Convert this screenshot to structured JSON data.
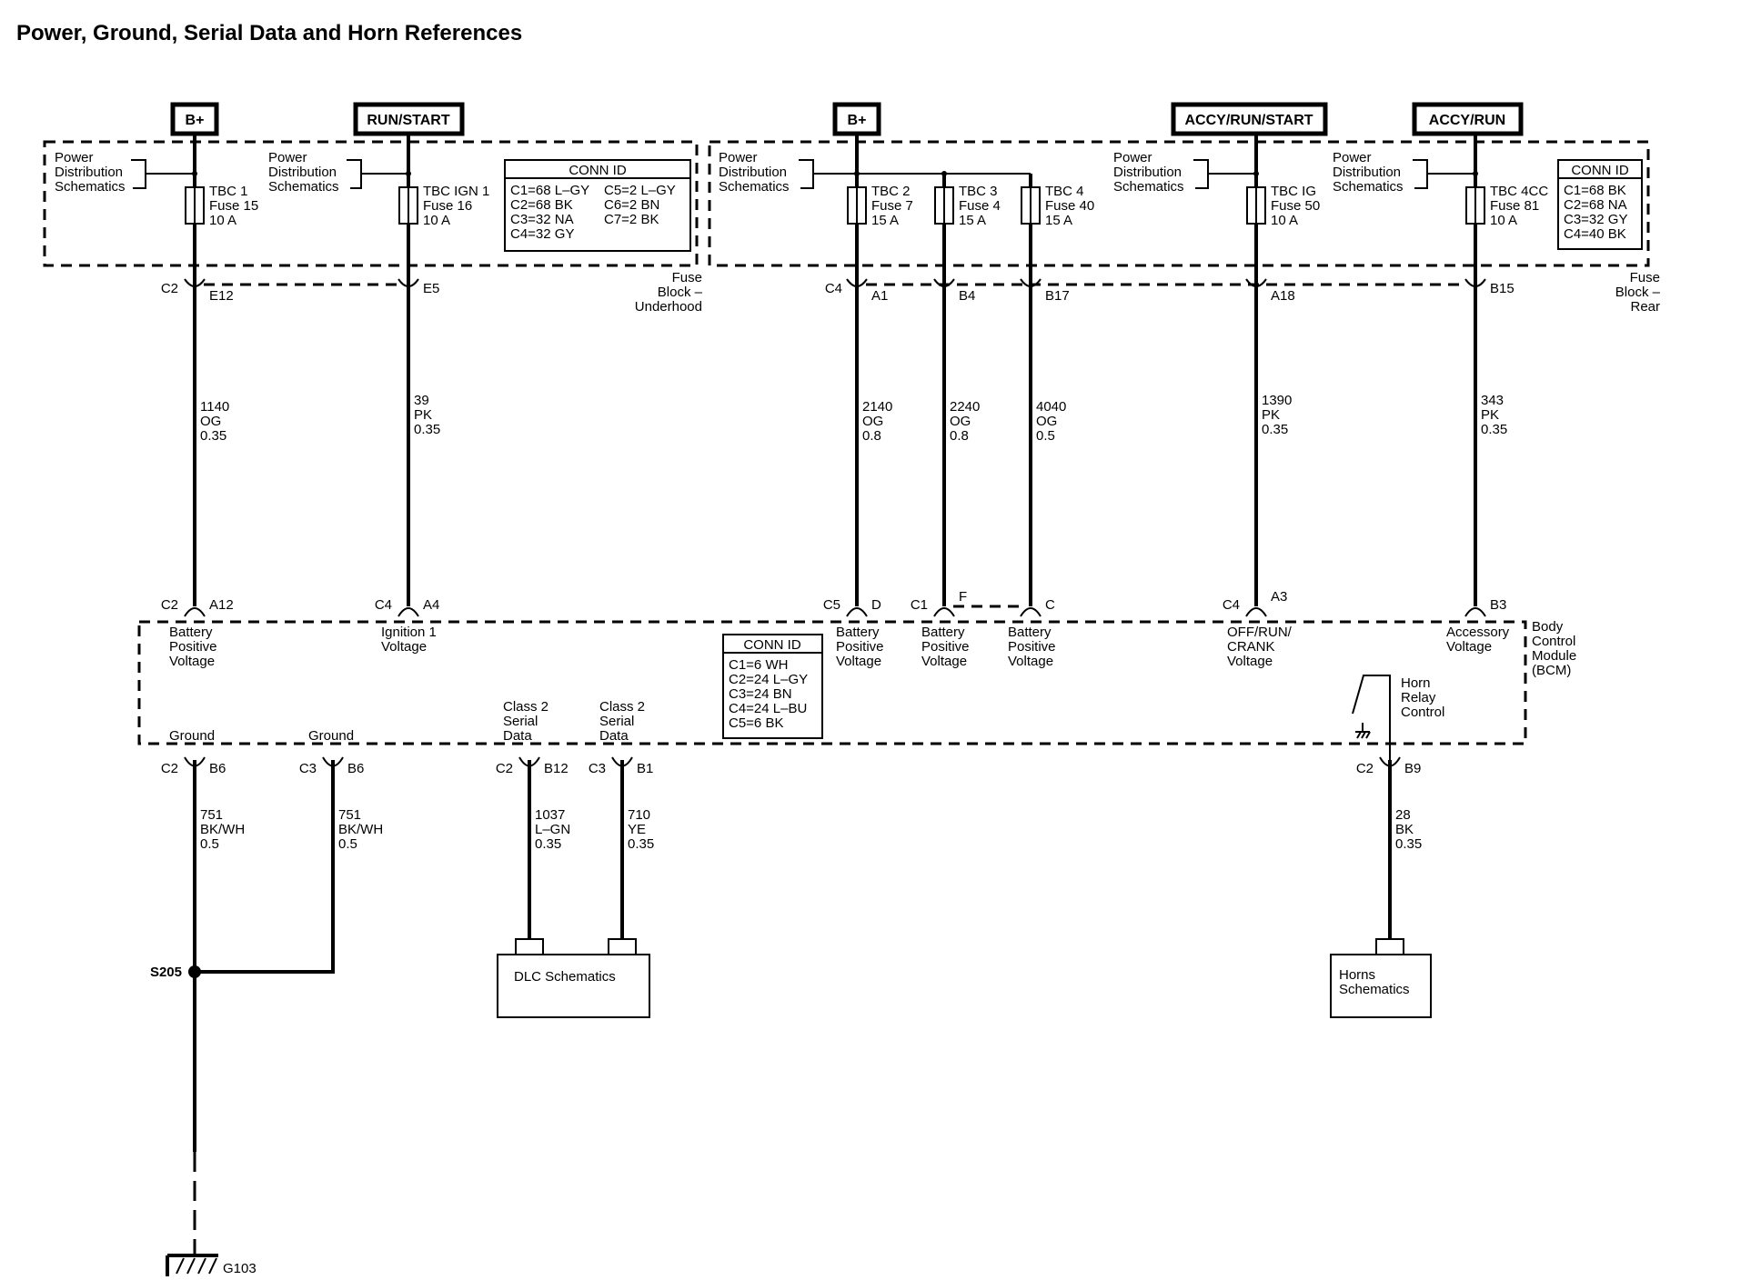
{
  "title": "Power, Ground, Serial Data and Horn References",
  "sources": [
    "B+",
    "RUN/START",
    "B+",
    "ACCY/RUN/START",
    "ACCY/RUN"
  ],
  "power_dist_label": [
    "Power",
    "Distribution",
    "Schematics"
  ],
  "fuse_block_underhood": [
    "Fuse",
    "Block –",
    "Underhood"
  ],
  "fuse_block_rear": [
    "Fuse",
    "Block –",
    "Rear"
  ],
  "conn_id_title": "CONN ID",
  "conn_id_underhood": [
    "C1=68 L–GY",
    "C5=2 L–GY",
    "C2=68 BK",
    "C6=2 BN",
    "C3=32 NA",
    "C7=2 BK",
    "C4=32 GY"
  ],
  "conn_id_rear": [
    "C1=68 BK",
    "C2=68 NA",
    "C3=32 GY",
    "C4=40 BK"
  ],
  "conn_id_bcm": [
    "C1=6 WH",
    "C2=24 L–GY",
    "C3=24 BN",
    "C4=24 L–BU",
    "C5=6 BK"
  ],
  "fuses": [
    {
      "name": "TBC 1",
      "fuse": "Fuse 15",
      "amp": "10 A"
    },
    {
      "name": "TBC IGN 1",
      "fuse": "Fuse 16",
      "amp": "10 A"
    },
    {
      "name": "TBC 2",
      "fuse": "Fuse 7",
      "amp": "15 A"
    },
    {
      "name": "TBC 3",
      "fuse": "Fuse 4",
      "amp": "15 A"
    },
    {
      "name": "TBC 4",
      "fuse": "Fuse 40",
      "amp": "15 A"
    },
    {
      "name": "TBC IG",
      "fuse": "Fuse 50",
      "amp": "10 A"
    },
    {
      "name": "TBC 4CC",
      "fuse": "Fuse 81",
      "amp": "10 A"
    }
  ],
  "fuse_pins": [
    {
      "conn": "C2",
      "pin": "E12"
    },
    {
      "conn": "",
      "pin": "E5"
    },
    {
      "conn": "C4",
      "pin": "A1"
    },
    {
      "conn": "",
      "pin": "B4"
    },
    {
      "conn": "",
      "pin": "B17"
    },
    {
      "conn": "",
      "pin": "A18"
    },
    {
      "conn": "",
      "pin": "B15"
    }
  ],
  "upper_wires": [
    {
      "circuit": "1140",
      "color": "OG",
      "size": "0.35"
    },
    {
      "circuit": "39",
      "color": "PK",
      "size": "0.35"
    },
    {
      "circuit": "2140",
      "color": "OG",
      "size": "0.8"
    },
    {
      "circuit": "2240",
      "color": "OG",
      "size": "0.8"
    },
    {
      "circuit": "4040",
      "color": "OG",
      "size": "0.5"
    },
    {
      "circuit": "1390",
      "color": "PK",
      "size": "0.35"
    },
    {
      "circuit": "343",
      "color": "PK",
      "size": "0.35"
    }
  ],
  "bcm_top_pins": [
    {
      "conn": "C2",
      "pin": "A12"
    },
    {
      "conn": "C4",
      "pin": "A4"
    },
    {
      "conn": "C5",
      "pin": "D"
    },
    {
      "conn": "C1",
      "pin": "F"
    },
    {
      "conn": "",
      "pin": "C"
    },
    {
      "conn": "C4",
      "pin": "A3"
    },
    {
      "conn": "",
      "pin": "B3"
    }
  ],
  "bcm_top_labels": [
    [
      "Battery",
      "Positive",
      "Voltage"
    ],
    [
      "Ignition 1",
      "Voltage"
    ],
    [
      "Battery",
      "Positive",
      "Voltage"
    ],
    [
      "Battery",
      "Positive",
      "Voltage"
    ],
    [
      "Battery",
      "Positive",
      "Voltage"
    ],
    [
      "OFF/RUN/",
      "CRANK",
      "Voltage"
    ],
    [
      "Accessory",
      "Voltage"
    ]
  ],
  "bcm_name": [
    "Body",
    "Control",
    "Module",
    "(BCM)"
  ],
  "horn_relay_label": [
    "Horn",
    "Relay",
    "Control"
  ],
  "bcm_bottom_labels": [
    [
      "Ground"
    ],
    [
      "Ground"
    ],
    [
      "Class 2",
      "Serial",
      "Data"
    ],
    [
      "Class 2",
      "Serial",
      "Data"
    ]
  ],
  "bcm_bottom_pins": [
    {
      "conn": "C2",
      "pin": "B6"
    },
    {
      "conn": "C3",
      "pin": "B6"
    },
    {
      "conn": "C2",
      "pin": "B12"
    },
    {
      "conn": "C3",
      "pin": "B1"
    },
    {
      "conn": "C2",
      "pin": "B9"
    }
  ],
  "lower_wires": [
    {
      "circuit": "751",
      "color": "BK/WH",
      "size": "0.5"
    },
    {
      "circuit": "751",
      "color": "BK/WH",
      "size": "0.5"
    },
    {
      "circuit": "1037",
      "color": "L–GN",
      "size": "0.35"
    },
    {
      "circuit": "710",
      "color": "YE",
      "size": "0.35"
    },
    {
      "circuit": "28",
      "color": "BK",
      "size": "0.35"
    }
  ],
  "splice": "S205",
  "ground": "G103",
  "dlc_box": "DLC Schematics",
  "horns_box": [
    "Horns",
    "Schematics"
  ]
}
